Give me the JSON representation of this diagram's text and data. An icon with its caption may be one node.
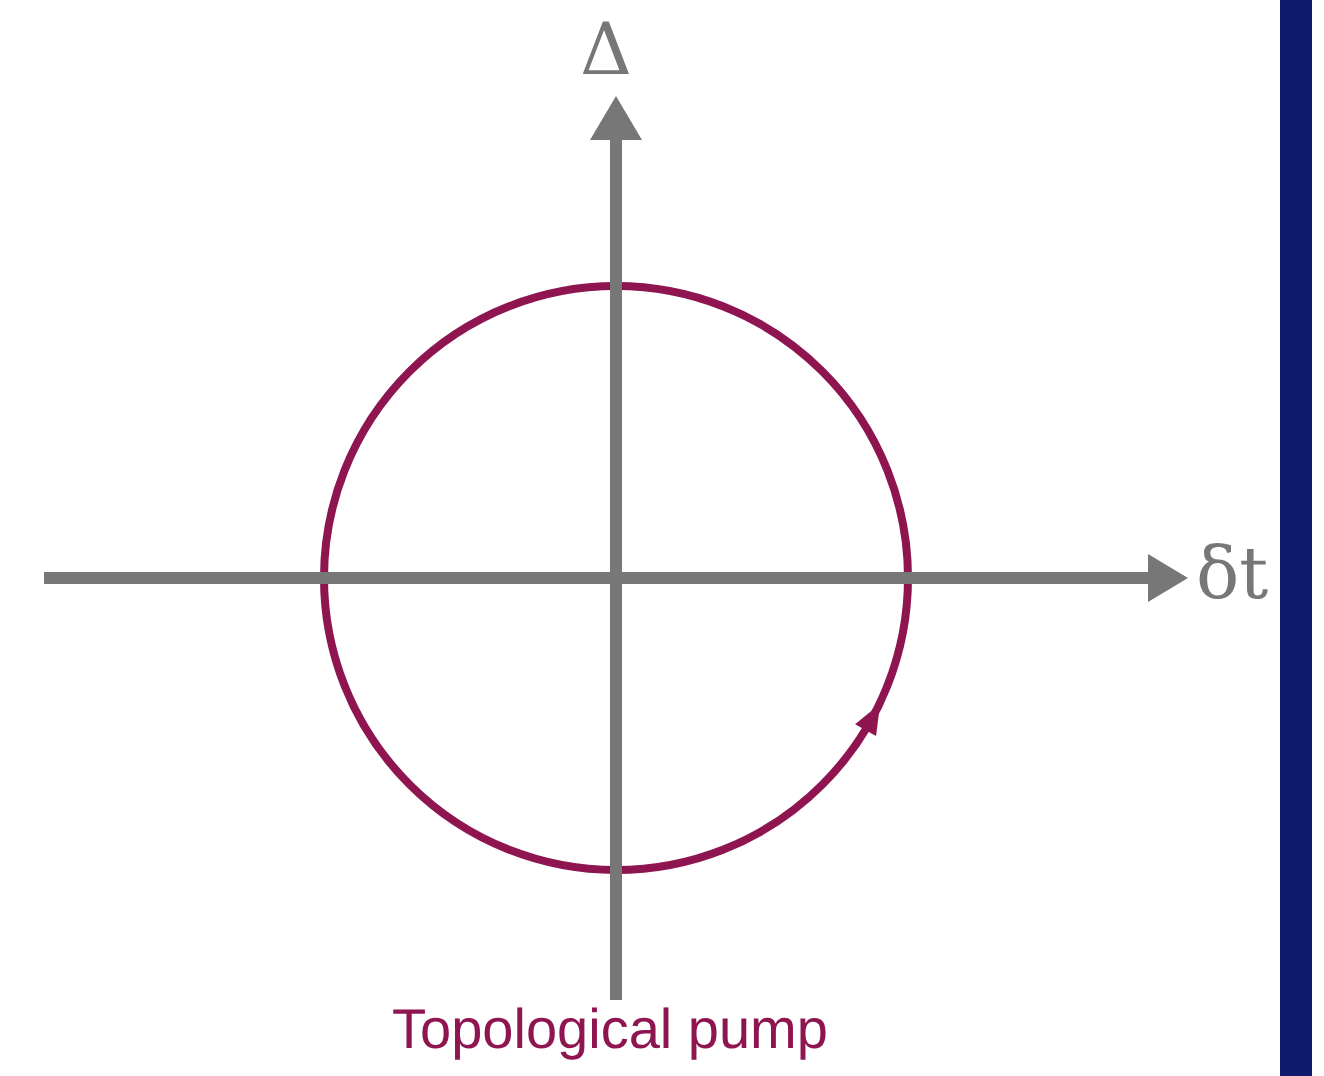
{
  "diagram": {
    "caption": "Topological pump",
    "nodes": [
      {
        "text": [],
        "shape": "bar"
      }
    ],
    "labels": [
      "Δ",
      "δt"
    ]
  }
}
